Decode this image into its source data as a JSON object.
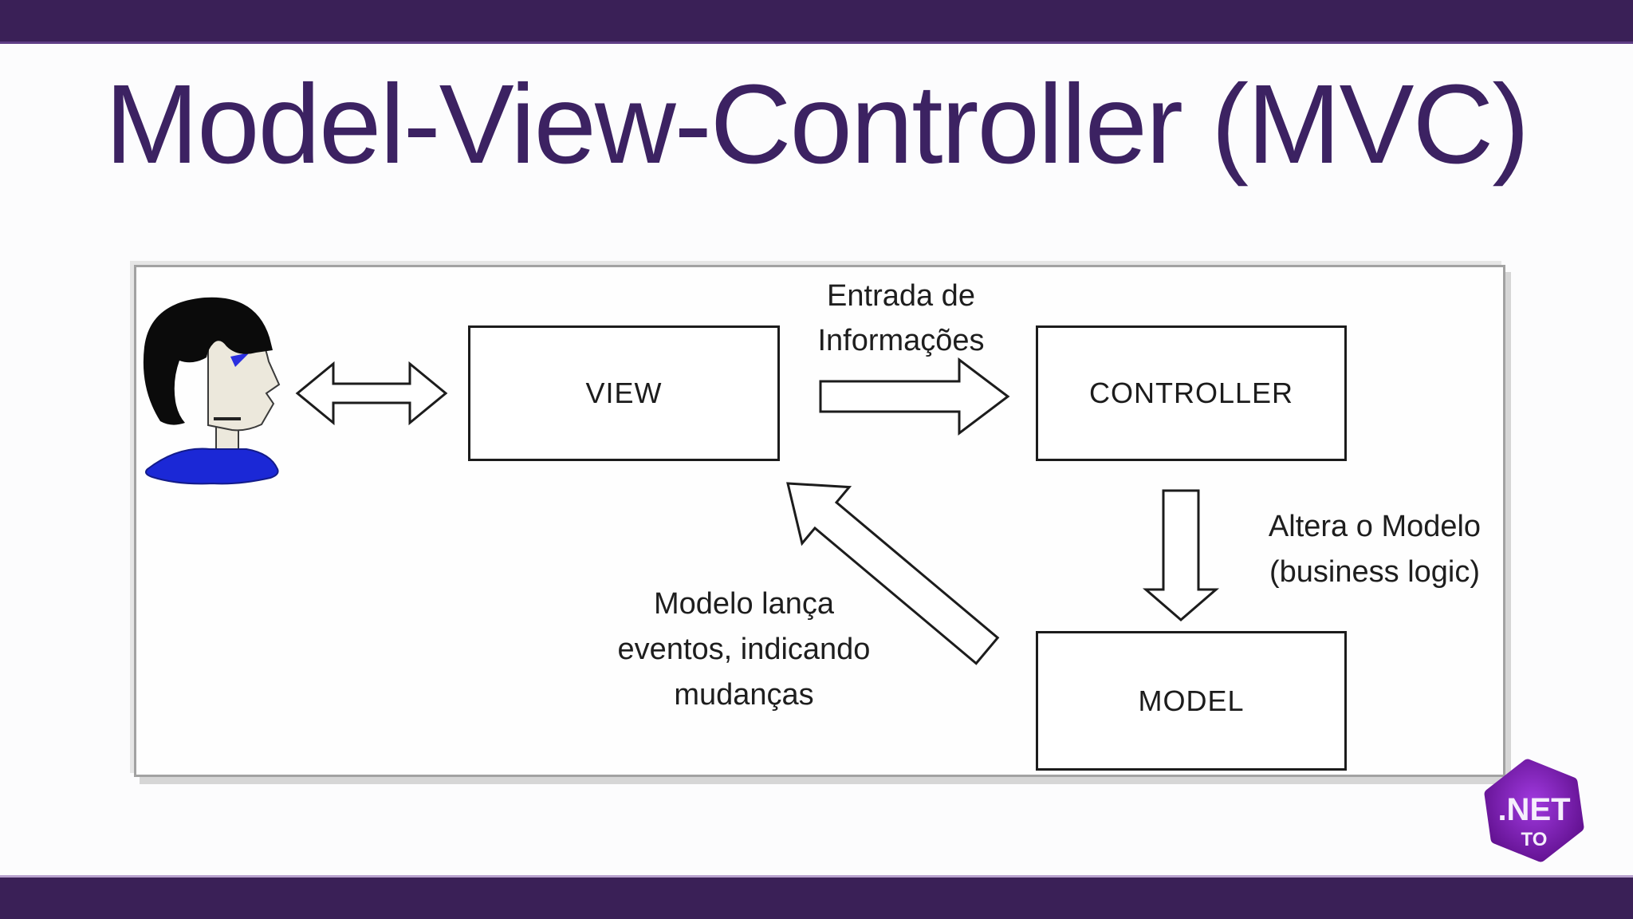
{
  "header": {
    "title": "Model-View-Controller (MVC)"
  },
  "diagram": {
    "boxes": {
      "view": "VIEW",
      "controller": "CONTROLLER",
      "model": "MODEL"
    },
    "input_label": {
      "line1": "Entrada de",
      "line2": "Informações"
    },
    "altera_label": {
      "line1": "Altera o Modelo",
      "line2": "(business logic)"
    },
    "modelo_label": {
      "line1": "Modelo lança",
      "line2": "eventos, indicando",
      "line3": "mudanças"
    }
  },
  "logo": {
    "primary": ".NET",
    "secondary": "TO"
  },
  "colors": {
    "bar_purple": "#3a2057",
    "title_purple": "#3c2262",
    "diagram_ink": "#1c1c1c",
    "diagram_border_gray": "#a2a2a2",
    "logo_purple_light": "#a13ae0",
    "logo_purple_dark": "#60108e",
    "shirt_blue": "#1b28d6",
    "skin_tone": "#ece8dc"
  }
}
